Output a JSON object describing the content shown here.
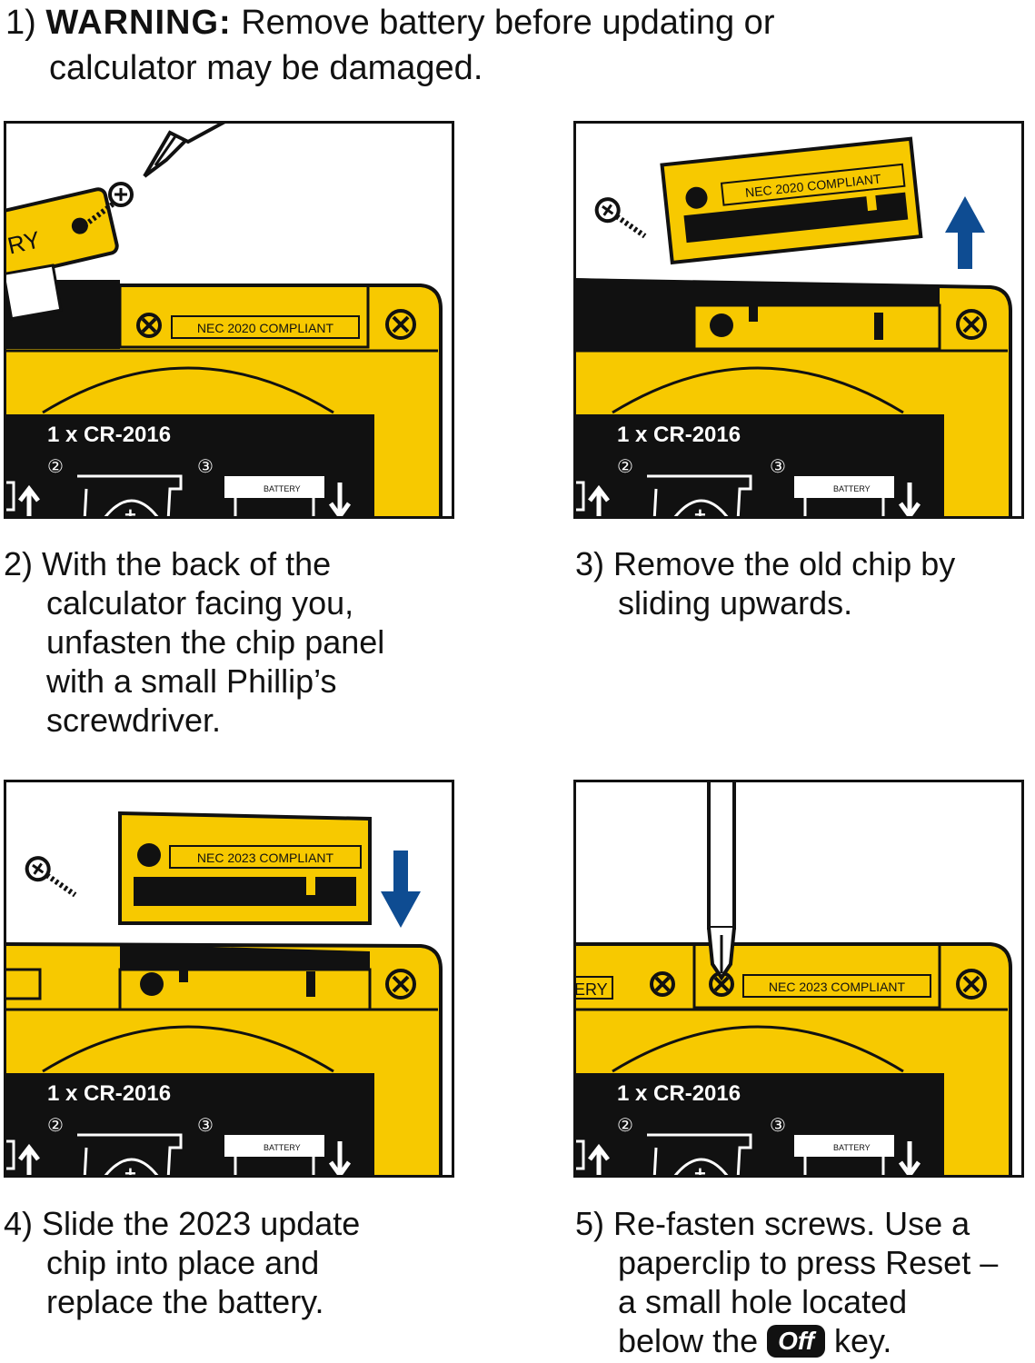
{
  "step1": {
    "number": "1)",
    "bold": "WARNING:",
    "line1_rest": "Remove battery before updating or",
    "line2": "calculator may be damaged."
  },
  "step2": {
    "number": "2)",
    "lines": [
      "With the back of the",
      "calculator facing you,",
      "unfasten the chip panel",
      "with a small Phillip’s",
      "screwdriver."
    ]
  },
  "step3": {
    "number": "3)",
    "lines": [
      "Remove the old chip by",
      "sliding upwards."
    ]
  },
  "step4": {
    "number": "4)",
    "lines": [
      "Slide the 2023 update",
      "chip into place and",
      "replace the battery."
    ]
  },
  "step5": {
    "number": "5)",
    "lines": [
      "Re-fasten screws. Use a",
      "paperclip to press Reset –",
      "a small hole located"
    ],
    "last_before": "below the",
    "key_label": "Off",
    "last_after": "key."
  },
  "panels": {
    "nec_2020": "NEC 2020 COMPLIANT",
    "nec_2023": "NEC 2023 COMPLIANT",
    "battery_spec": "1 x CR-2016",
    "circle_2": "②",
    "circle_3": "③",
    "battery_label": "BATTERY",
    "cut_label_ry": "RY",
    "cut_label_ery": "ERY",
    "plus": "+"
  },
  "colors": {
    "yellow": "#F7C900",
    "black": "#111111",
    "arrow_blue": "#0E4C92"
  }
}
